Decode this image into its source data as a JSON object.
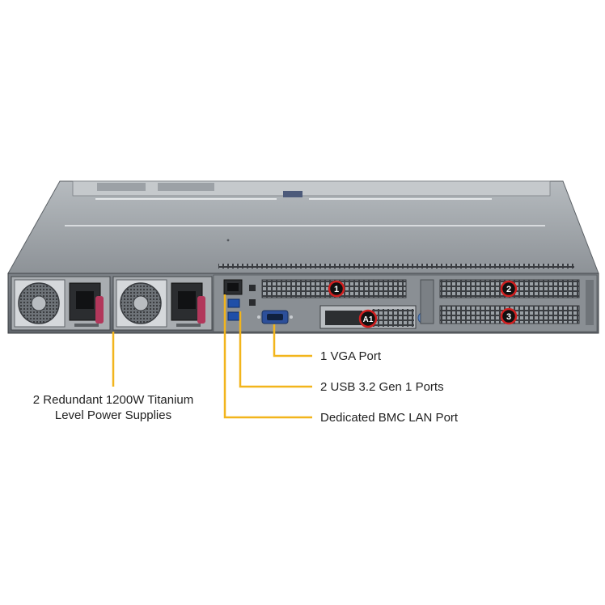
{
  "callouts": {
    "vga": "1 VGA Port",
    "usb": "2 USB 3.2 Gen 1 Ports",
    "bmc": "Dedicated BMC LAN Port",
    "psu_line1": "2 Redundant 1200W Titanium",
    "psu_line2": "Level Power Supplies"
  },
  "slot_badges": {
    "slot1": "1",
    "slot2": "2",
    "slot3": "3",
    "aiom": "A1"
  },
  "colors": {
    "leader_line": "#f2b51c",
    "badge_ring": "#d21f1f",
    "badge_fill": "#111111",
    "chassis": "#8e9398"
  }
}
